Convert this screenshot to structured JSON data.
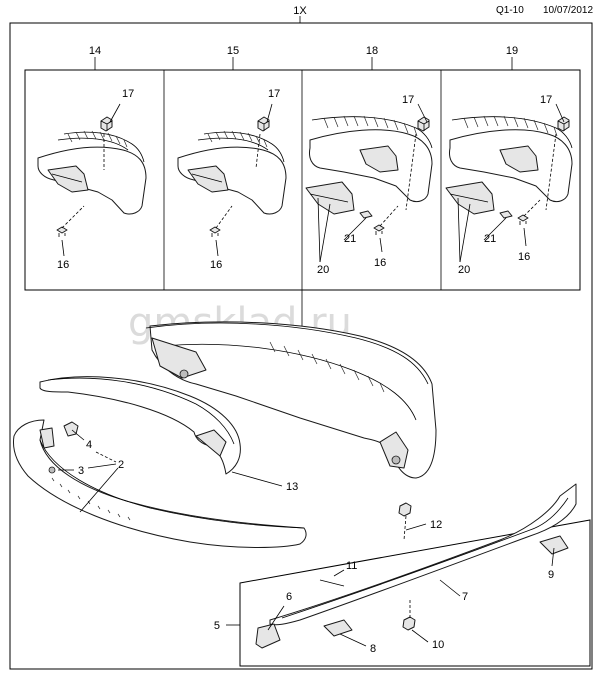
{
  "header": {
    "code": "Q1-10",
    "date": "10/07/2012"
  },
  "watermark": "gmsklad.ru",
  "assembly_label": "1X",
  "inset_panels": [
    {
      "id": "14",
      "labels": [
        "17",
        "16"
      ]
    },
    {
      "id": "15",
      "labels": [
        "17",
        "16"
      ]
    },
    {
      "id": "18",
      "labels": [
        "17",
        "21",
        "20",
        "16"
      ]
    },
    {
      "id": "19",
      "labels": [
        "17",
        "21",
        "20",
        "16"
      ]
    }
  ],
  "callouts": {
    "c2": "2",
    "c3": "3",
    "c4": "4",
    "c5": "5",
    "c6": "6",
    "c7": "7",
    "c8": "8",
    "c9": "9",
    "c10": "10",
    "c11": "11",
    "c12": "12",
    "c13": "13"
  }
}
